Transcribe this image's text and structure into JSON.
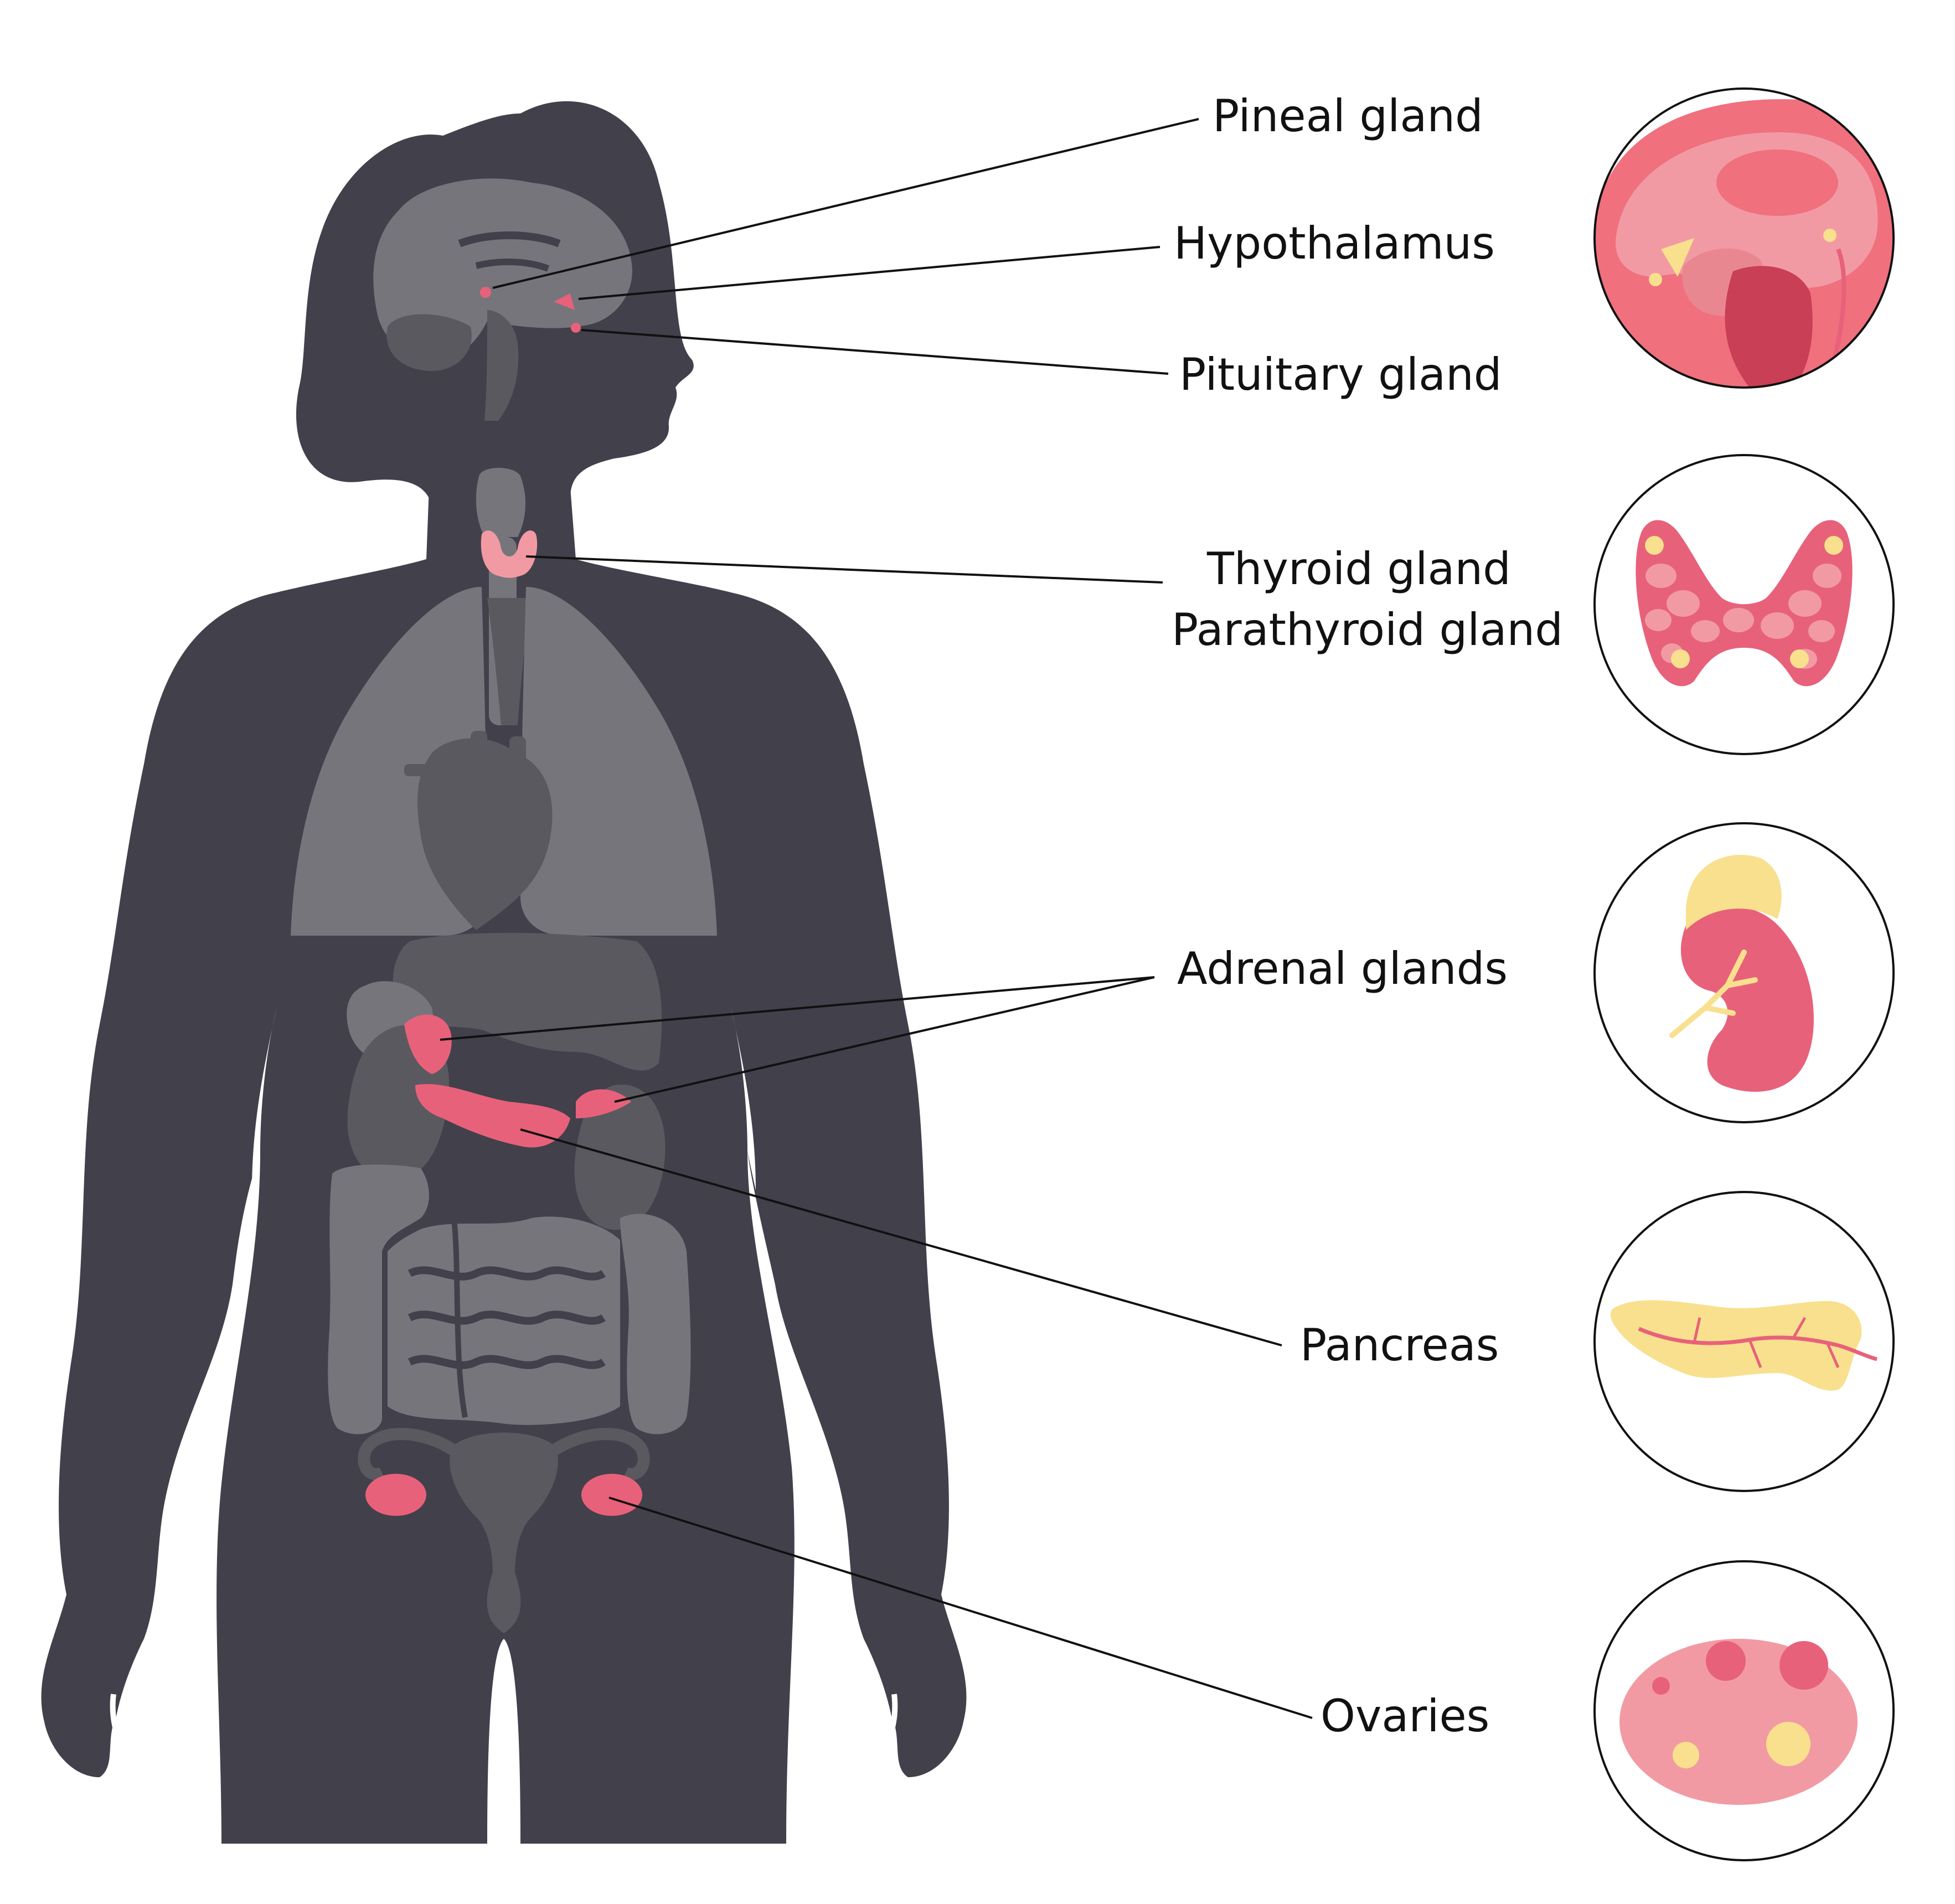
{
  "colors": {
    "silhouette": "#42404b",
    "organ_grey": "#5a5960",
    "organ_light": "#76757c",
    "gland_pink": "#e8617a",
    "gland_yellow": "#f8e08e",
    "brain_pink": "#f29aa3",
    "leader_line": "#111111",
    "circle_stroke": "#111111"
  },
  "labels": {
    "pineal": "Pineal gland",
    "hypothalamus": "Hypothalamus",
    "pituitary": "Pituitary gland",
    "thyroid": "Thyroid gland",
    "parathyroid": "Parathyroid gland",
    "adrenal": "Adrenal glands",
    "pancreas": "Pancreas",
    "ovaries": "Ovaries"
  },
  "icons": [
    "brain-detail-icon",
    "thyroid-detail-icon",
    "kidney-adrenal-detail-icon",
    "pancreas-detail-icon",
    "ovary-detail-icon"
  ]
}
